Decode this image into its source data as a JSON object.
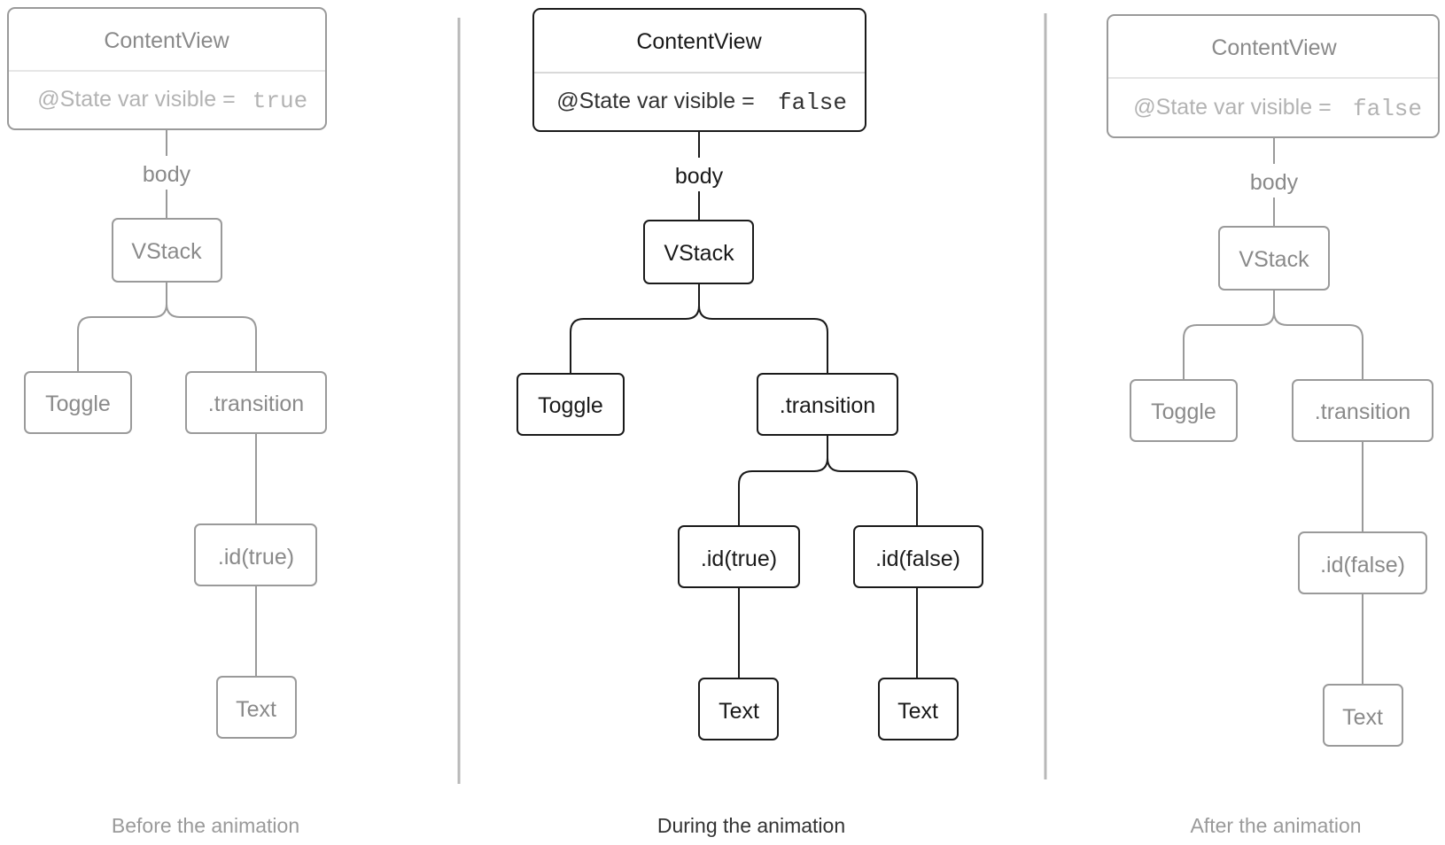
{
  "colors": {
    "muted_stroke": "#9a9a9a",
    "muted_text": "#8a8a8a",
    "faint_text": "#b3b3b3",
    "dark_stroke": "#1a1a1a",
    "dark_text": "#1a1a1a",
    "divider": "#b8b8b8",
    "background": "#ffffff"
  },
  "panels": {
    "before": {
      "caption": "Before the animation",
      "content_view": {
        "title": "ContentView",
        "state_prefix": "@State var visible =",
        "state_value": "true"
      },
      "body_label": "body",
      "vstack": "VStack",
      "toggle": "Toggle",
      "transition": ".transition",
      "id": ".id(true)",
      "text": "Text"
    },
    "during": {
      "caption": "During the animation",
      "content_view": {
        "title": "ContentView",
        "state_prefix": "@State var visible =",
        "state_value": "false"
      },
      "body_label": "body",
      "vstack": "VStack",
      "toggle": "Toggle",
      "transition": ".transition",
      "id_true": ".id(true)",
      "id_false": ".id(false)",
      "text_left": "Text",
      "text_right": "Text"
    },
    "after": {
      "caption": "After the animation",
      "content_view": {
        "title": "ContentView",
        "state_prefix": "@State var visible =",
        "state_value": "false"
      },
      "body_label": "body",
      "vstack": "VStack",
      "toggle": "Toggle",
      "transition": ".transition",
      "id": ".id(false)",
      "text": "Text"
    }
  }
}
